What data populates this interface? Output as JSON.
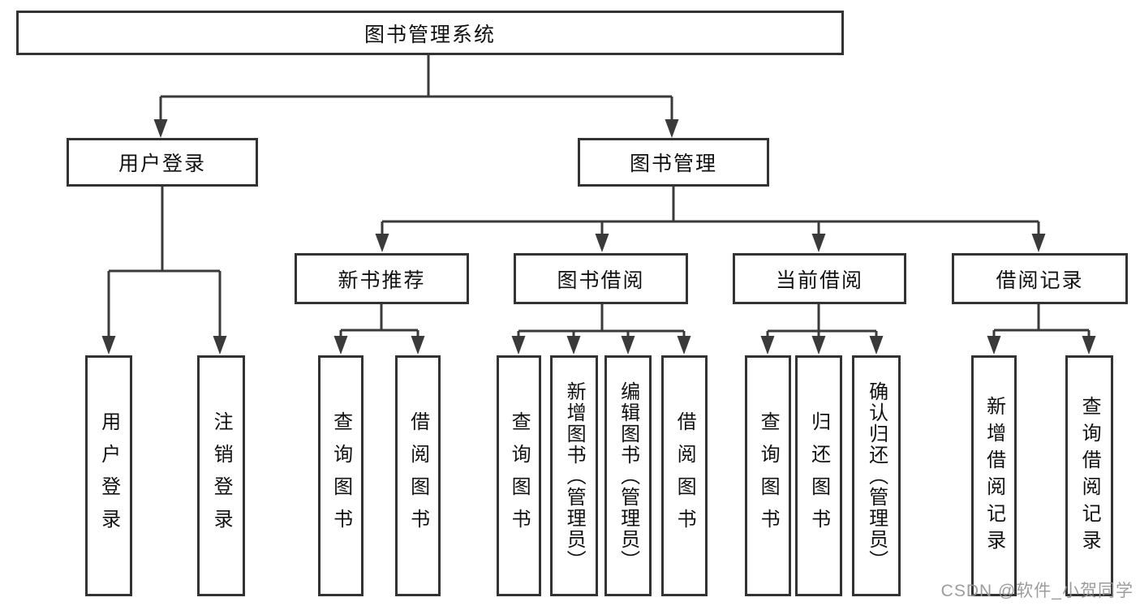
{
  "tree": {
    "root": "图书管理系统",
    "branches": [
      {
        "label": "用户登录",
        "children": [
          "用户登录",
          "注销登录"
        ]
      },
      {
        "label": "图书管理",
        "sections": [
          {
            "label": "新书推荐",
            "children": [
              "查询图书",
              "借阅图书"
            ]
          },
          {
            "label": "图书借阅",
            "children": [
              "查询图书",
              "新增图书（管理员）",
              "编辑图书（管理员）",
              "借阅图书"
            ]
          },
          {
            "label": "当前借阅",
            "children": [
              "查询图书",
              "归还图书",
              "确认归还（管理员）"
            ]
          },
          {
            "label": "借阅记录",
            "children": [
              "新增借阅记录",
              "查询借阅记录"
            ]
          }
        ]
      }
    ]
  },
  "watermark": {
    "text": "CSDN @软件_小贺同学",
    "color": "#949494"
  },
  "colors": {
    "background": "#ffffff",
    "box_border": "#333333",
    "connector_line": "#3a3a3a",
    "text": "#111111"
  }
}
